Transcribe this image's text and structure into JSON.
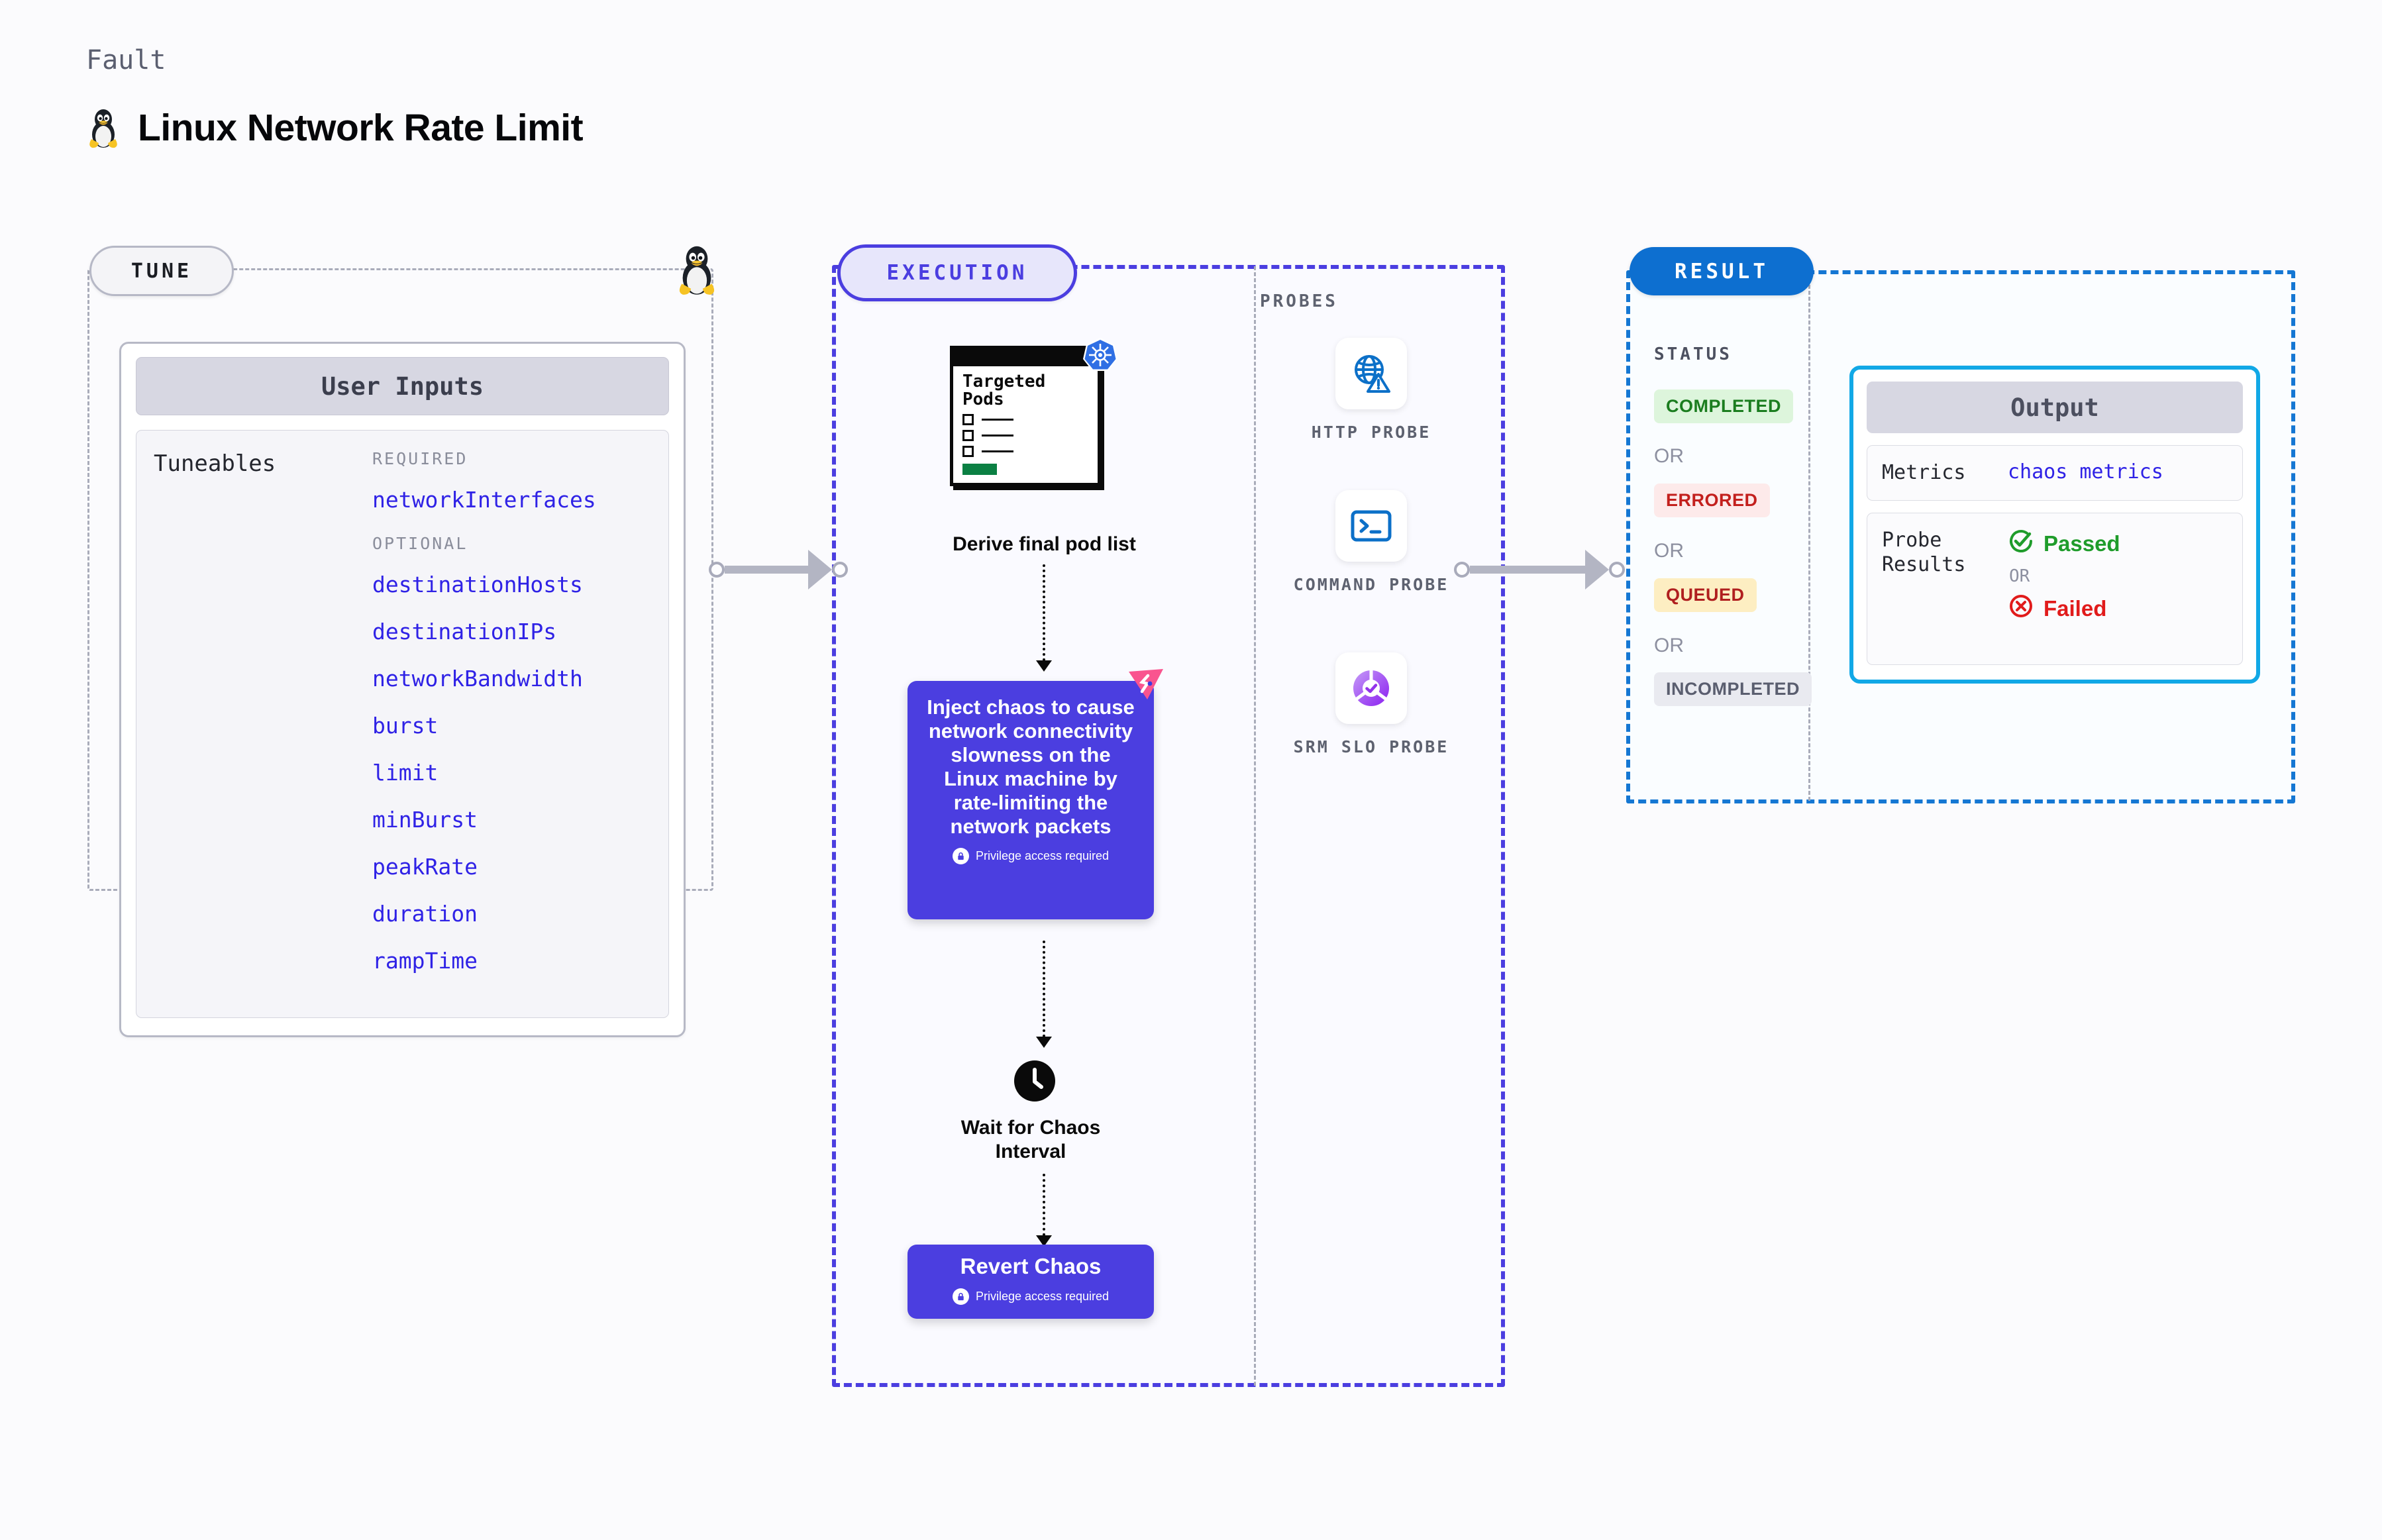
{
  "header": {
    "eyebrow": "Fault",
    "title": "Linux Network Rate Limit",
    "icon": "tux-penguin-icon"
  },
  "tune": {
    "badge": "TUNE",
    "corner_icon": "tux-penguin-icon",
    "user_inputs_title": "User Inputs",
    "tuneables_label": "Tuneables",
    "groups": [
      {
        "title": "REQUIRED",
        "items": [
          "networkInterfaces"
        ]
      },
      {
        "title": "OPTIONAL",
        "items": [
          "destinationHosts",
          "destinationIPs",
          "networkBandwidth",
          "burst",
          "limit",
          "minBurst",
          "peakRate",
          "duration",
          "rampTime"
        ]
      }
    ]
  },
  "execution": {
    "badge": "EXECUTION",
    "targeted_pods": {
      "title_line1": "Targeted",
      "title_line2": "Pods",
      "badge_icon": "kubernetes-icon",
      "checkbox_rows": 3
    },
    "derive_label": "Derive final pod list",
    "inject_card": {
      "text": "Inject chaos to cause network connectivity slowness on the Linux machine by rate-limiting the network packets",
      "privilege_note": "Privilege access required",
      "privilege_icon": "lock-icon",
      "corner_icon": "litmus-chaos-icon"
    },
    "wait_step": {
      "icon": "clock-icon",
      "label": "Wait for Chaos Interval"
    },
    "revert_card": {
      "title": "Revert Chaos",
      "privilege_note": "Privilege access required",
      "privilege_icon": "lock-icon"
    },
    "probes_label": "PROBES",
    "probes": [
      {
        "label": "HTTP PROBE",
        "icon": "globe-warning-icon"
      },
      {
        "label": "COMMAND PROBE",
        "icon": "terminal-icon"
      },
      {
        "label": "SRM SLO PROBE",
        "icon": "slo-donut-check-icon"
      }
    ]
  },
  "result": {
    "badge": "RESULT",
    "status_label": "STATUS",
    "or_label": "OR",
    "statuses": [
      {
        "label": "COMPLETED",
        "bg": "#ddf5dc",
        "fg": "#1b7d1f"
      },
      {
        "label": "ERRORED",
        "bg": "#fdeaea",
        "fg": "#c3201d"
      },
      {
        "label": "QUEUED",
        "bg": "#fdeec2",
        "fg": "#b01f1f"
      },
      {
        "label": "INCOMPLETED",
        "bg": "#e9eaf0",
        "fg": "#5a5e6f"
      }
    ],
    "output": {
      "title": "Output",
      "metrics_label": "Metrics",
      "metrics_value": "chaos metrics",
      "probe_results_label": "Probe Results",
      "passed_label": "Passed",
      "passed_icon": "check-circle-icon",
      "failed_label": "Failed",
      "failed_icon": "x-circle-icon",
      "or_label": "OR"
    }
  },
  "colors": {
    "accent_purple": "#4b3ee0",
    "accent_blue": "#0d6fd0",
    "accent_cyan": "#11a8e6",
    "tune_gray": "#b6b8c6",
    "link_purple": "#2f22e6"
  }
}
